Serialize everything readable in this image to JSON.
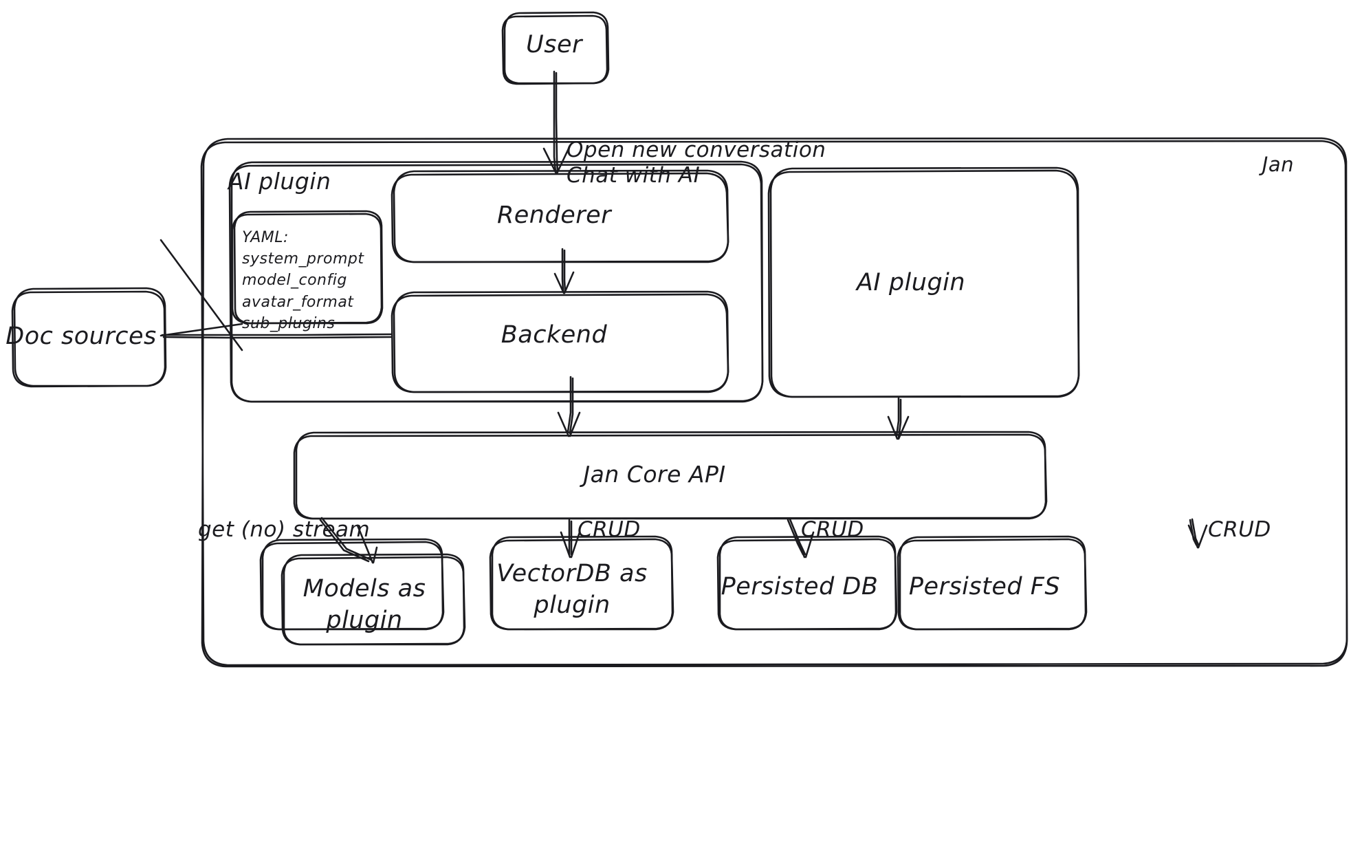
{
  "diagram": {
    "type": "architecture-flow",
    "style": "hand-drawn-sketch",
    "stroke_color": "#1b1b1f",
    "background_color": "#ffffff",
    "containers": [
      {
        "id": "jan",
        "label": "Jan"
      },
      {
        "id": "ai-plugin-group",
        "label": "AI plugin"
      }
    ],
    "nodes": [
      {
        "id": "user",
        "label": "User"
      },
      {
        "id": "renderer",
        "label": "Renderer"
      },
      {
        "id": "backend",
        "label": "Backend"
      },
      {
        "id": "ai-plugin",
        "label": "AI plugin"
      },
      {
        "id": "doc-sources",
        "label": "Doc sources"
      },
      {
        "id": "jan-core-api",
        "label": "Jan Core API"
      },
      {
        "id": "models-as-plugin",
        "label": "Models as\nplugin"
      },
      {
        "id": "vectordb-as-plugin",
        "label": "VectorDB as\nplugin"
      },
      {
        "id": "persisted-db",
        "label": "Persisted DB"
      },
      {
        "id": "persisted-fs",
        "label": "Persisted FS"
      }
    ],
    "yaml_note": {
      "title": "YAML:",
      "keys": [
        "system_prompt",
        "model_config",
        "avatar_format",
        "sub_plugins"
      ],
      "text": "YAML:\nsystem_prompt\nmodel_config\navatar_format\nsub_plugins"
    },
    "edge_labels": {
      "user_to_renderer": "Open new conversation\nChat with AI",
      "core_to_models": "get (no) stream",
      "core_to_vectordb": "CRUD",
      "core_to_persisted_db": "CRUD",
      "core_to_persisted_fs": "CRUD"
    },
    "edges": [
      {
        "from": "user",
        "to": "renderer",
        "label": "Open new conversation\nChat with AI"
      },
      {
        "from": "renderer",
        "to": "backend",
        "label": ""
      },
      {
        "from": "backend",
        "to": "doc-sources",
        "label": ""
      },
      {
        "from": "backend",
        "to": "jan-core-api",
        "label": ""
      },
      {
        "from": "ai-plugin",
        "to": "jan-core-api",
        "label": ""
      },
      {
        "from": "jan-core-api",
        "to": "models-as-plugin",
        "label": "get (no) stream"
      },
      {
        "from": "jan-core-api",
        "to": "vectordb-as-plugin",
        "label": "CRUD"
      },
      {
        "from": "jan-core-api",
        "to": "persisted-db",
        "label": "CRUD"
      },
      {
        "from": "jan-core-api",
        "to": "persisted-fs",
        "label": "CRUD"
      }
    ]
  }
}
